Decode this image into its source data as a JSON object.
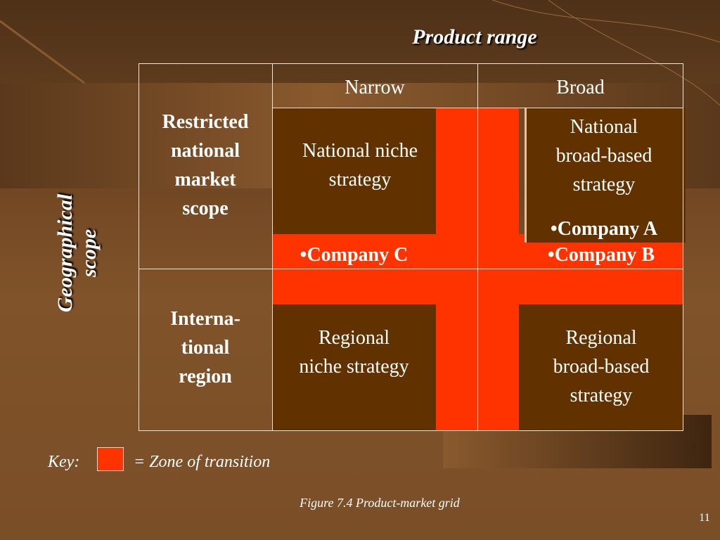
{
  "product_range_title": "Product range",
  "geo_title_line1": "Geographical",
  "geo_title_line2": "scope",
  "columns": {
    "narrow": "Narrow",
    "broad": "Broad"
  },
  "rows": {
    "restricted": [
      "Restricted",
      "national",
      "market",
      "scope"
    ],
    "international": [
      "Interna-",
      "tional",
      "region"
    ]
  },
  "cells": {
    "national_niche": [
      "National niche",
      "strategy"
    ],
    "national_broad": [
      "National",
      "broad-based",
      "strategy"
    ],
    "regional_niche": [
      "Regional",
      "niche strategy"
    ],
    "regional_broad": [
      "Regional",
      "broad-based",
      "strategy"
    ]
  },
  "companies": {
    "a": "•Company A",
    "b": "•Company B",
    "c": "•Company C"
  },
  "key": {
    "label": "Key:",
    "text": "= Zone of transition"
  },
  "caption": "Figure 7.4 Product-market grid",
  "slide_number": "11",
  "colors": {
    "transition_zone": "#ff3300",
    "strategy_box": "#613200",
    "background": "#6e4522"
  }
}
